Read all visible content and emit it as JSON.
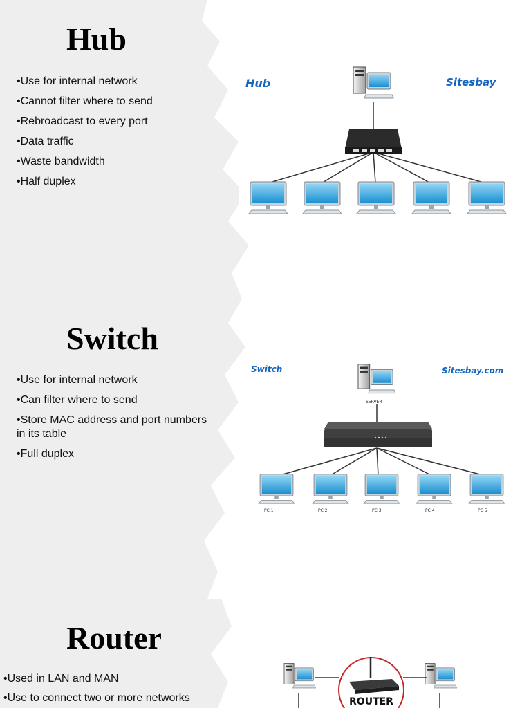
{
  "slides": [
    {
      "title": "Hub",
      "bullets": [
        "Use for internal network",
        "Cannot filter where to send",
        "Rebroadcast to every port",
        "Data traffic",
        "Waste bandwidth",
        "Half duplex"
      ],
      "diagram": {
        "left_label": "Hub",
        "right_label": "Sitesbay"
      }
    },
    {
      "title": "Switch",
      "bullets": [
        "Use for internal network",
        "Can filter where to send",
        "Store MAC address and port numbers in its table",
        "Full duplex"
      ],
      "diagram": {
        "left_label": "Switch",
        "right_label": "Sitesbay.com",
        "server_label": "SERVER",
        "pc_labels": [
          "PC 1",
          "PC 2",
          "PC 3",
          "PC 4",
          "PC 5"
        ]
      }
    },
    {
      "title": "Router",
      "bullets": [
        "Used in LAN and MAN",
        "Use to connect two or more networks"
      ],
      "diagram": {
        "center_label": "ROUTER"
      }
    }
  ],
  "colors": {
    "brand_blue": "#1565c0",
    "screen_blue": "#29a3e0",
    "router_ring": "#c62828"
  }
}
